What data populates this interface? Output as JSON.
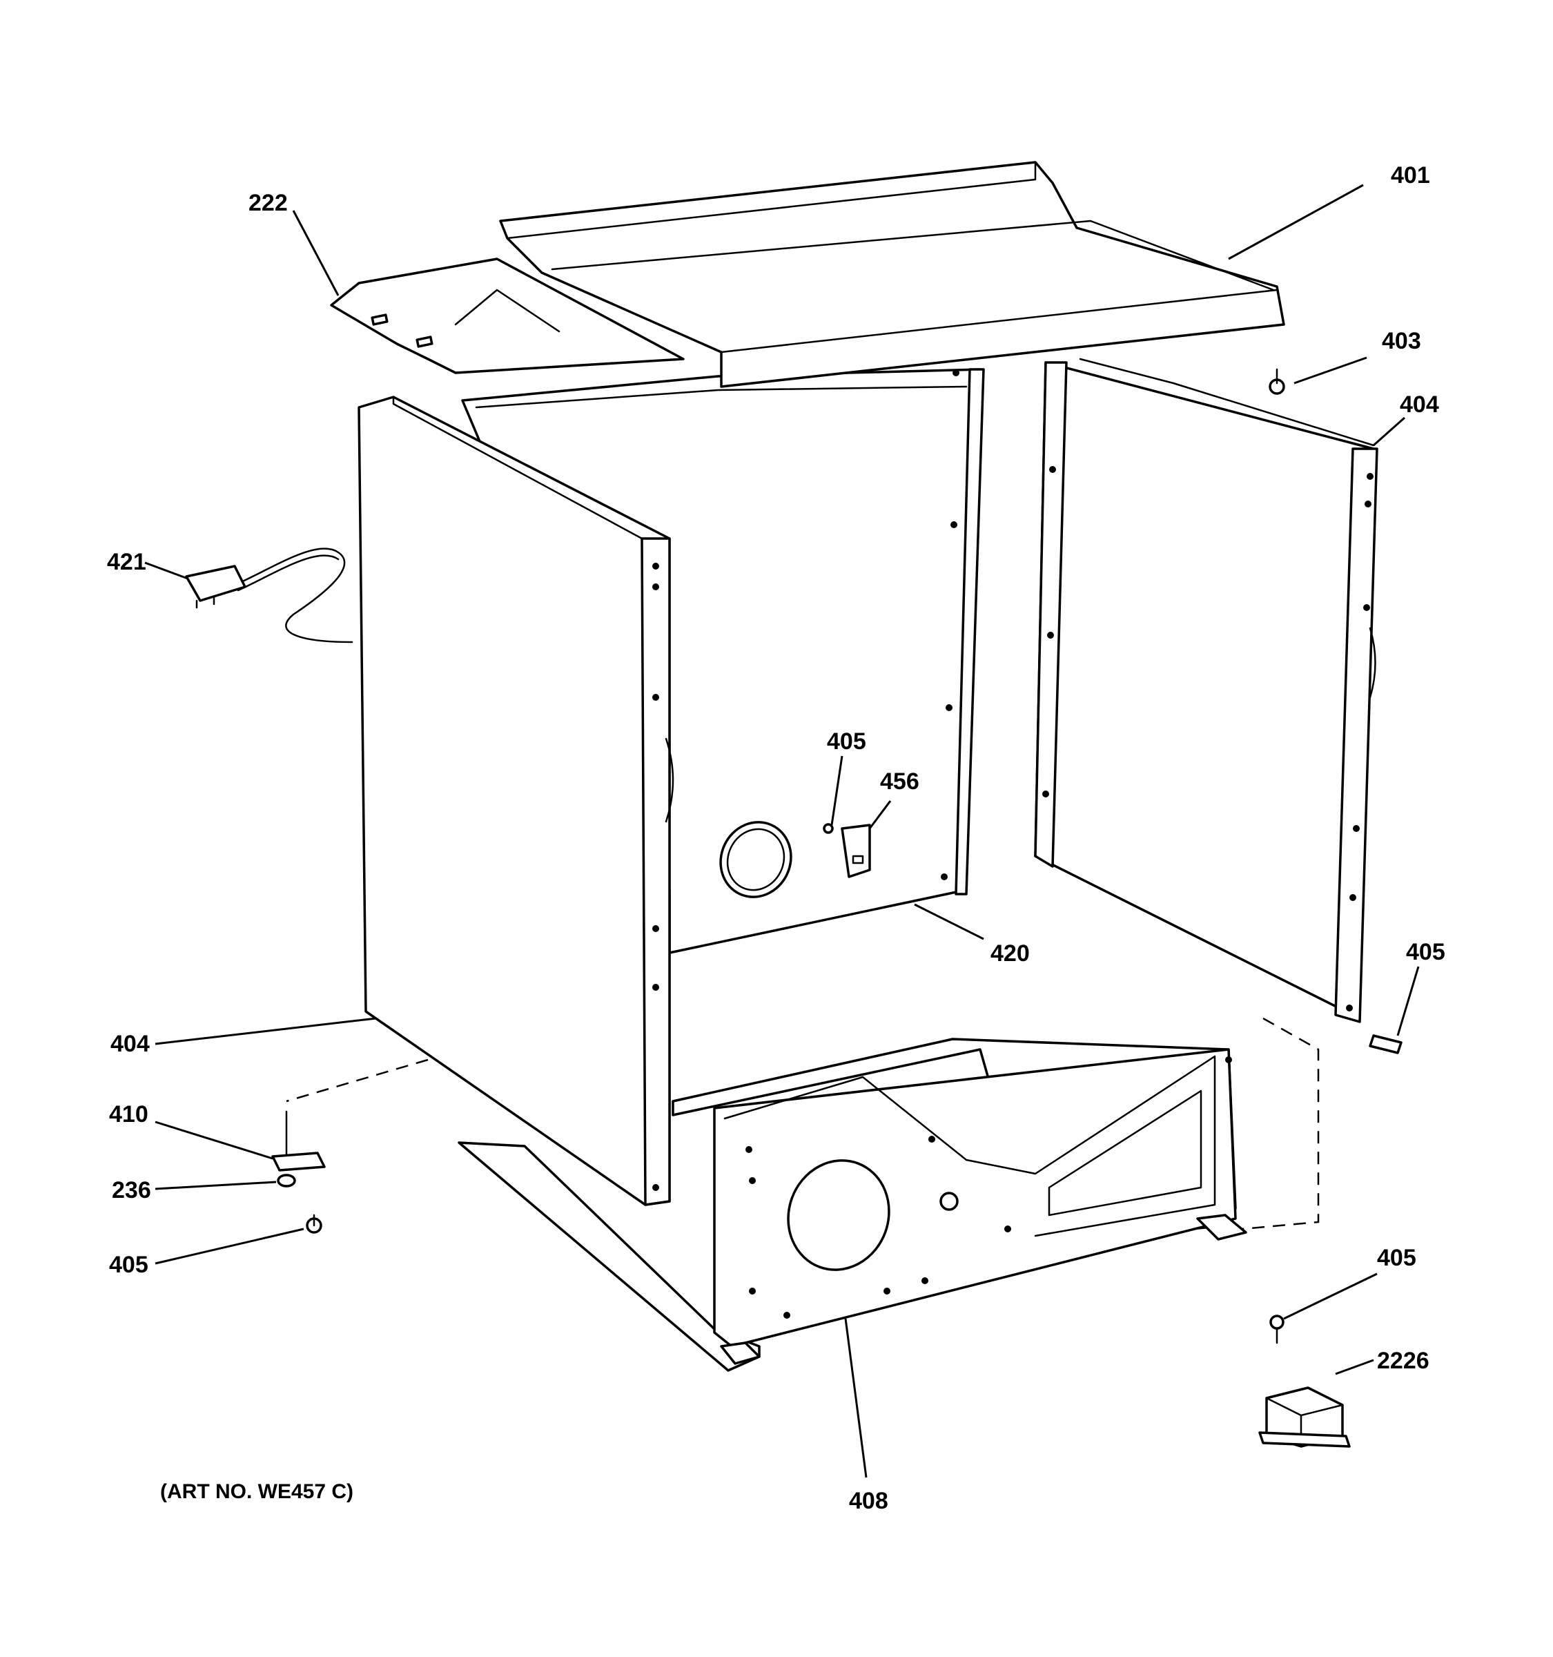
{
  "callouts": {
    "c222": "222",
    "c401": "401",
    "c403": "403",
    "c404_right": "404",
    "c421": "421",
    "c405_rear": "405",
    "c456": "456",
    "c420": "420",
    "c405_right": "405",
    "c404_left": "404",
    "c410": "410",
    "c236": "236",
    "c405_left": "405",
    "c405_bottom": "405",
    "c2226": "2226",
    "c408": "408"
  },
  "art_number": "(ART NO. WE457 C)",
  "colors": {
    "line": "#000000",
    "background": "#ffffff"
  }
}
